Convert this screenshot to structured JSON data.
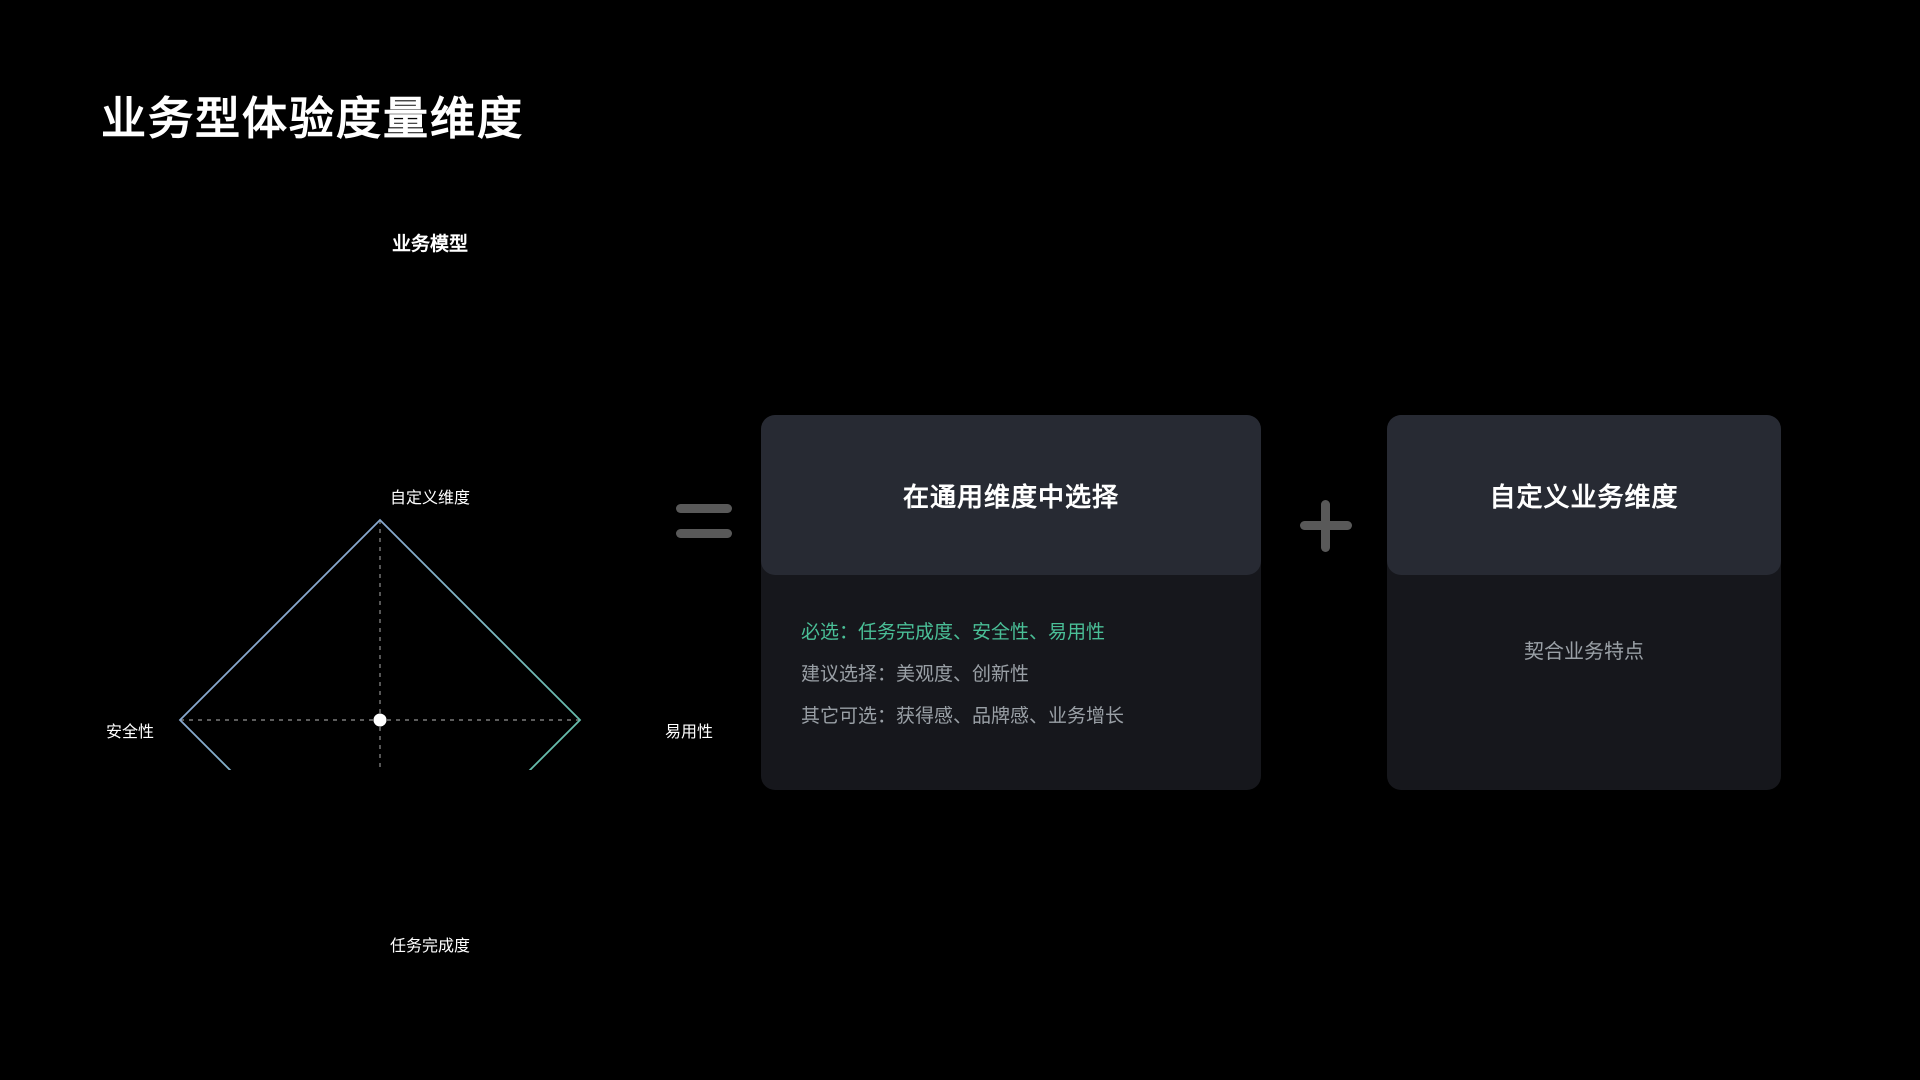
{
  "page": {
    "title": "业务型体验度量维度",
    "background_color": "#000000"
  },
  "diagram": {
    "title": "业务模型",
    "type": "diamond-radar",
    "axes": {
      "top": "自定义维度",
      "right": "易用性",
      "bottom": "任务完成度",
      "left": "安全性"
    },
    "colors": {
      "gradient_start": "#9096D9",
      "gradient_mid": "#7FB9C4",
      "gradient_end": "#4CBF93",
      "guide_line": "#777777",
      "center_dot": "#FFFFFF"
    }
  },
  "operators": {
    "equals": "=",
    "plus": "+",
    "color": "#595959"
  },
  "cards": [
    {
      "id": "common-dimensions",
      "header": "在通用维度中选择",
      "rows": [
        {
          "label": "必选：",
          "value": "任务完成度、安全性、易用性",
          "emphasis": true
        },
        {
          "label": "建议选择：",
          "value": "美观度、创新性",
          "emphasis": false
        },
        {
          "label": "其它可选：",
          "value": "获得感、品牌感、业务增长",
          "emphasis": false
        }
      ]
    },
    {
      "id": "custom-dimensions",
      "header": "自定义业务维度",
      "note": "契合业务特点"
    }
  ],
  "theme": {
    "card_body": "#16171C",
    "card_header": "#272A33",
    "accent_green": "#4ABF97",
    "muted_text": "#9AA0A6"
  },
  "chart_data": {
    "type": "radar",
    "title": "业务模型",
    "categories": [
      "自定义维度",
      "易用性",
      "任务完成度",
      "安全性"
    ],
    "values": [
      1,
      1,
      1,
      1
    ],
    "grid": false,
    "legend": "none",
    "notes": "Equilateral diamond outline with dotted crosshair axes and a center point"
  }
}
